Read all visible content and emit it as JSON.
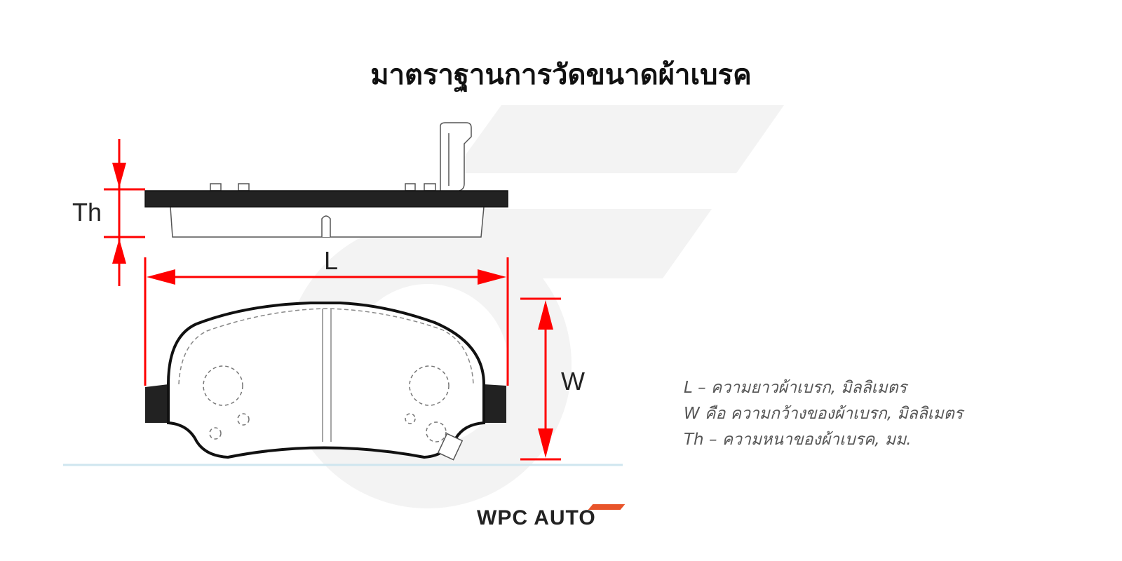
{
  "title": "มาตราฐานการวัดขนาดผ้าเบรค",
  "labels": {
    "thickness": "Th",
    "length": "L",
    "width": "W"
  },
  "legend": [
    "L – ความยาวผ้าเบรก, มิลลิเมตร",
    "W คือ ความกว้างของผ้าเบรก, มิลลิเมตร",
    "Th – ความหนาของผ้าเบรค, มม."
  ],
  "logo": {
    "text": "WPC AUTO",
    "accent_color": "#e8542a"
  },
  "colors": {
    "dimension": "#ff0000",
    "ground": "#cfe6ef",
    "watermark": "#f3f3f3"
  }
}
